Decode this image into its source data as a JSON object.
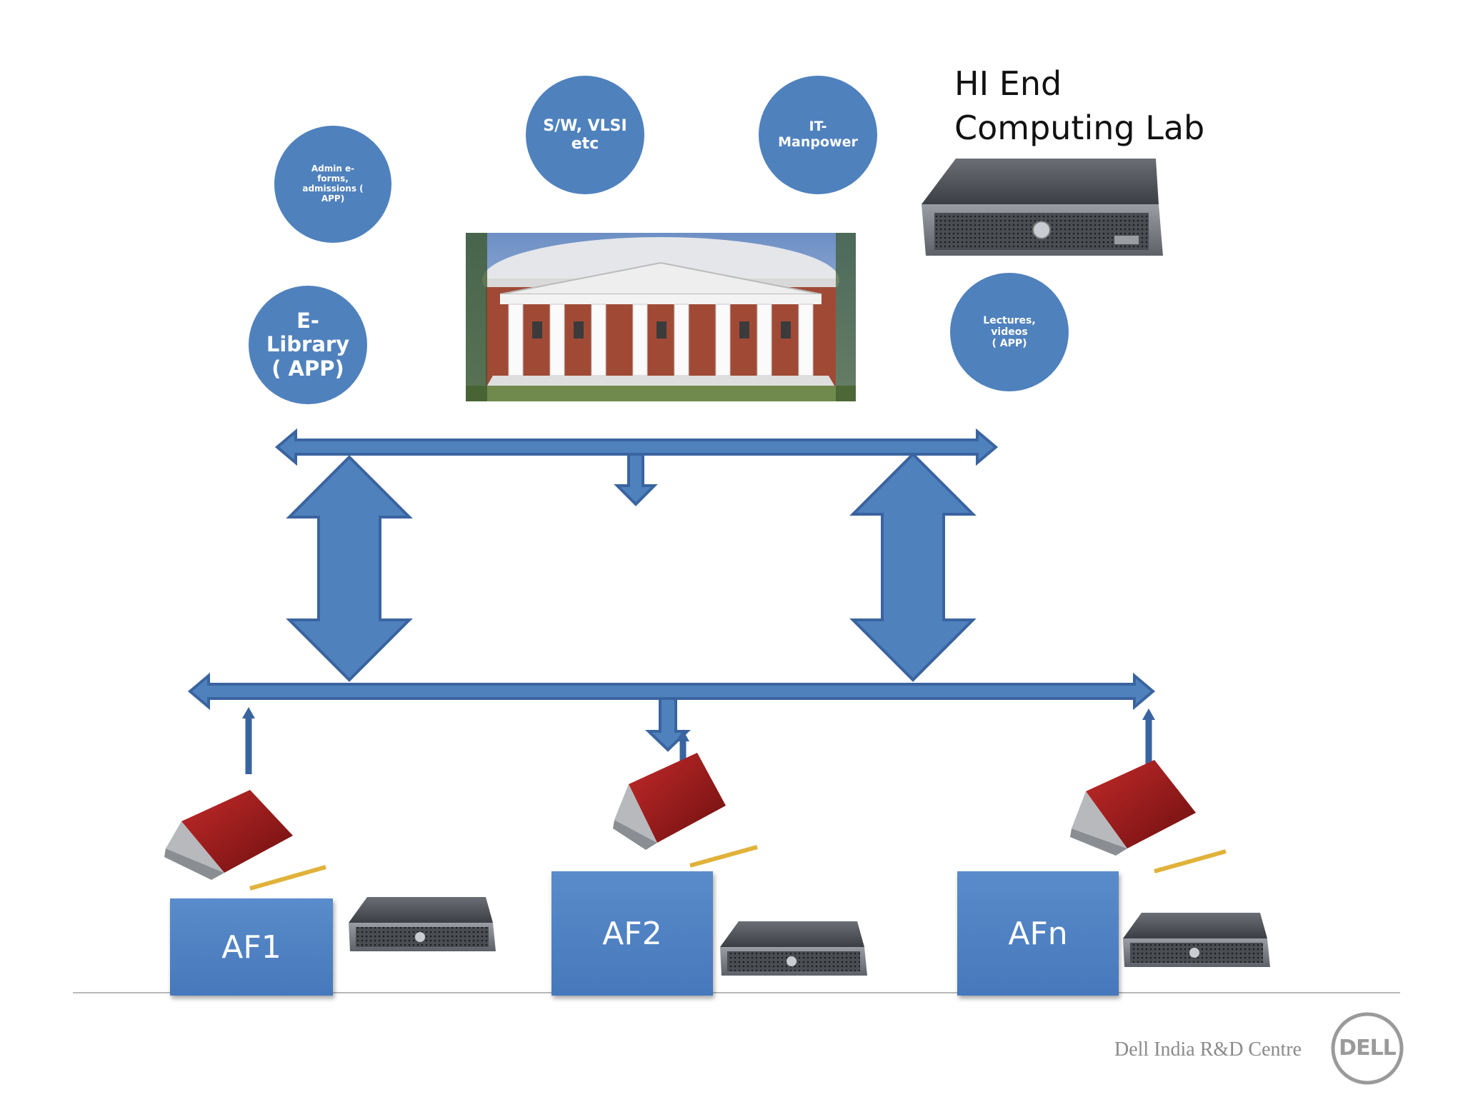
{
  "circles": {
    "admin": "Admin e-\nforms, admissions (\nAPP)",
    "swvlsi": "S/W, VLSI\netc",
    "itmanpower": "IT-\nManpower",
    "elibrary": "E-\nLibrary\n( APP)",
    "lectures": "Lectures, videos\n( APP)"
  },
  "lab_title": "HI End\nComputing Lab",
  "af_boxes": [
    "AF1",
    "AF2",
    "AFn"
  ],
  "footer": {
    "company": "Dell India R&D Centre",
    "logo_text": "DELL"
  },
  "colors": {
    "accent_blue": "#4f81bd",
    "arrow_outline": "#3a64a0",
    "laptop_red": "#9e1b1b"
  }
}
